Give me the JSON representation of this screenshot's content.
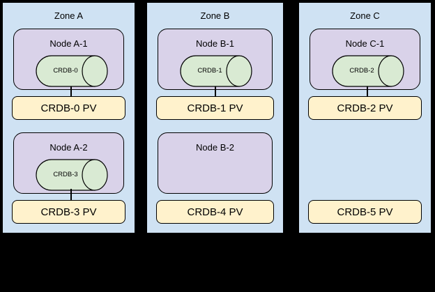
{
  "colors": {
    "zone_fill": "#cfe2f3",
    "node_fill": "#d9d2e9",
    "db_fill": "#d9ead3",
    "pv_fill": "#fff2cc",
    "border": "#000000"
  },
  "zones": [
    {
      "label": "Zone A",
      "nodes": [
        {
          "label": "Node A-1",
          "db": "CRDB-0",
          "pv": "CRDB-0 PV"
        },
        {
          "label": "Node A-2",
          "db": "CRDB-3",
          "pv": "CRDB-3 PV"
        }
      ]
    },
    {
      "label": "Zone B",
      "nodes": [
        {
          "label": "Node B-1",
          "db": "CRDB-1",
          "pv": "CRDB-1 PV"
        },
        {
          "label": "Node B-2",
          "pv": "CRDB-4 PV"
        }
      ]
    },
    {
      "label": "Zone C",
      "nodes": [
        {
          "label": "Node C-1",
          "db": "CRDB-2",
          "pv": "CRDB-2 PV"
        },
        {
          "pv": "CRDB-5 PV"
        }
      ]
    }
  ]
}
